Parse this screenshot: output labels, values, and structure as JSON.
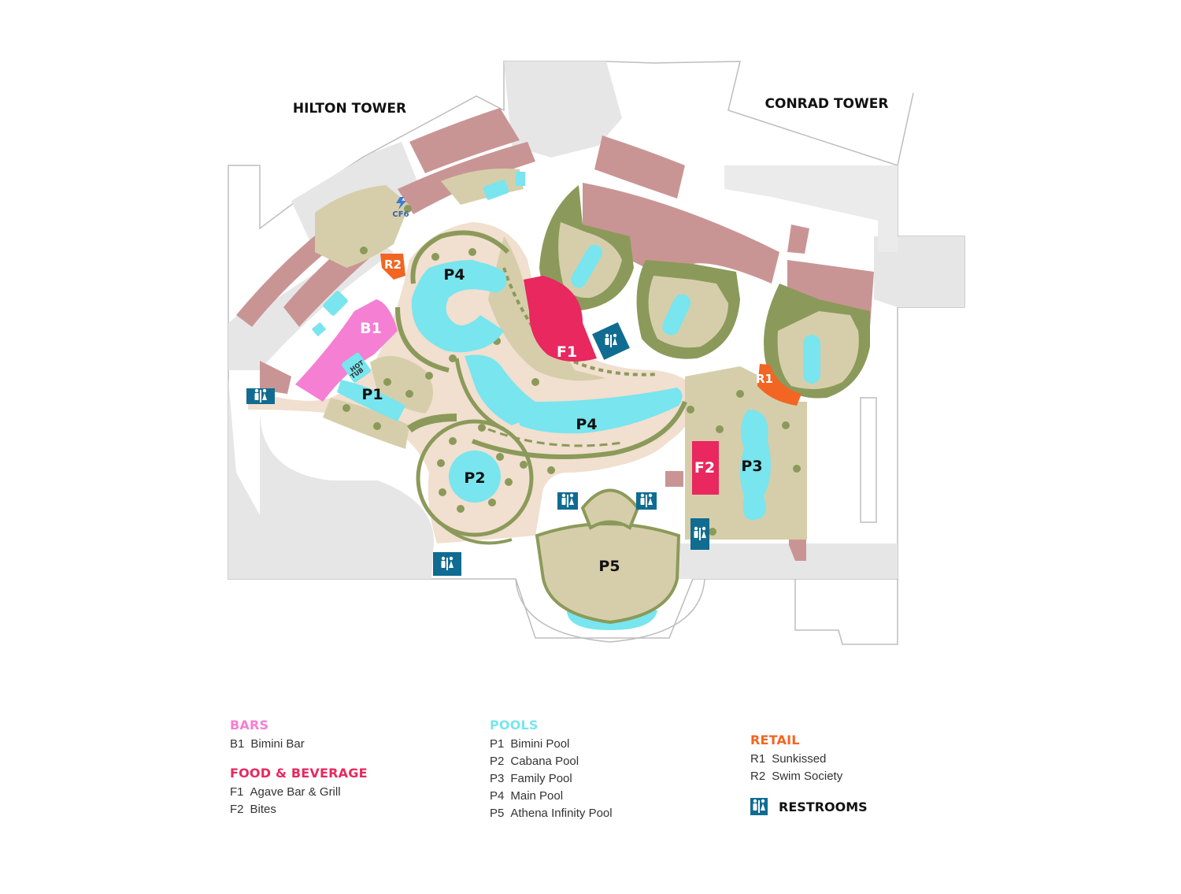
{
  "colors": {
    "bars": "#f57fd2",
    "food": "#e8285f",
    "pools": "#79e5ee",
    "retail": "#f26522",
    "restroom": "#106c91",
    "building": "#c99594",
    "walkway": "#f1dfcf",
    "landscape": "#d6ceaa",
    "greenery": "#8b9a5a",
    "gray": "#e6e6e6"
  },
  "map": {
    "towers": {
      "hilton": "HILTON TOWER",
      "conrad": "CONRAD TOWER"
    },
    "labels": {
      "p4_top": "P4",
      "p4_bottom": "P4",
      "p1": "P1",
      "p2": "P2",
      "p3": "P3",
      "p5": "P5",
      "b1": "B1",
      "f1": "F1",
      "f2": "F2",
      "r1": "R1",
      "r2": "R2",
      "cf6": "CF6",
      "hot": "HOT",
      "tub": "TUB"
    }
  },
  "legend": {
    "bars": {
      "title": "BARS",
      "items": [
        {
          "code": "B1",
          "name": "Bimini Bar"
        }
      ]
    },
    "food": {
      "title": "FOOD & BEVERAGE",
      "items": [
        {
          "code": "F1",
          "name": "Agave Bar & Grill"
        },
        {
          "code": "F2",
          "name": "Bites"
        }
      ]
    },
    "pools": {
      "title": "POOLS",
      "items": [
        {
          "code": "P1",
          "name": "Bimini Pool"
        },
        {
          "code": "P2",
          "name": "Cabana Pool"
        },
        {
          "code": "P3",
          "name": "Family Pool"
        },
        {
          "code": "P4",
          "name": "Main Pool"
        },
        {
          "code": "P5",
          "name": "Athena Infinity Pool"
        }
      ]
    },
    "retail": {
      "title": "RETAIL",
      "items": [
        {
          "code": "R1",
          "name": "Sunkissed"
        },
        {
          "code": "R2",
          "name": "Swim Society"
        }
      ]
    },
    "restrooms": {
      "title": "RESTROOMS",
      "icon": "restroom-icon"
    }
  }
}
